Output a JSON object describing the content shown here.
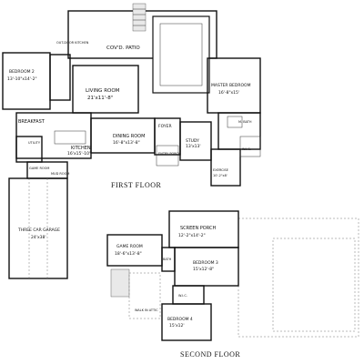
{
  "floor_titles": {
    "first": "FIRST FLOOR",
    "second": "SECOND FLOOR"
  },
  "first_floor_rooms": {
    "covd_patio": "COV'D. PATIO",
    "outdoor_kitchen": "OUT-DOOR KITCHEN",
    "bedroom2_name": "BEDROOM 2",
    "bedroom2_size": "13'-10\"x14'-2\"",
    "living_name": "LIVING ROOM",
    "living_size": "21'x11'-8\"",
    "master_name": "MASTER BEDROOM",
    "master_size": "16'-8\"x15'",
    "m_bath": "M. BATH",
    "breakfast": "BREAKFAST",
    "utility": "UTILITY",
    "kitchen_name": "KITCHEN",
    "kitchen_size": "16'x15'-10\"",
    "dining_name": "DINING ROOM",
    "dining_size": "16'-8\"x13'-8\"",
    "foyer": "FOYER",
    "study_name": "STUDY",
    "study_size": "13'x13'",
    "entry_porch": "ENTRY PORCH",
    "wic": "W.I.C.",
    "exercise_name": "EXERCISE",
    "exercise_size": "10'-2\"x8'",
    "game_room_small": "GAME ROOM",
    "mud_room": "MUD ROOM",
    "garage_name": "THREE CAR GARAGE",
    "garage_size": "24'x38'"
  },
  "second_floor_rooms": {
    "screen_porch_name": "SCREEN PORCH",
    "screen_porch_size": "12'-2\"x14'-2\"",
    "game_room_name": "GAME ROOM",
    "game_room_size": "18'-6\"x13'-8\"",
    "bedroom3_name": "BEDROOM 3",
    "bedroom3_size": "15'x12'-8\"",
    "bath": "BATH",
    "wic": "W.I.C.",
    "walk_in_attic": "WALK IN ATTIC",
    "bedroom4_name": "BEDROOM 4",
    "bedroom4_size": "15'x12'"
  }
}
